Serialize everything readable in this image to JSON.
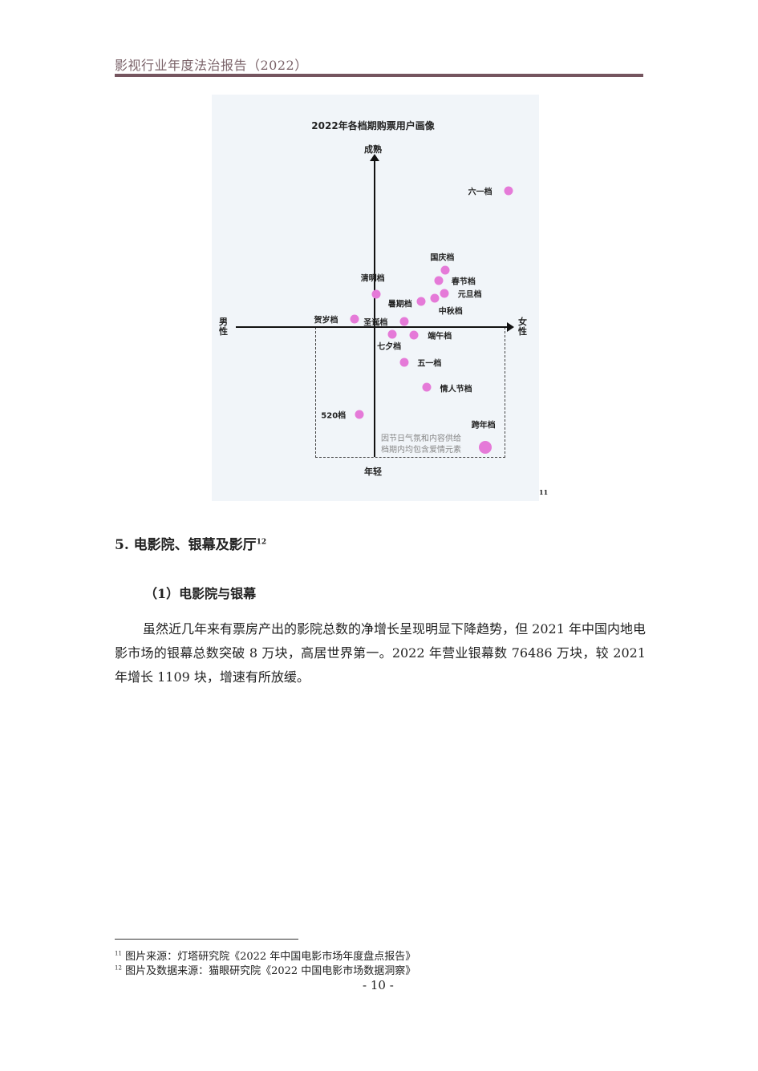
{
  "header": {
    "title": "影视行业年度法治报告（2022）"
  },
  "figure": {
    "footnote_ref": "11",
    "chart_data": {
      "type": "scatter",
      "title": "2022年各档期购票用户画像",
      "y_axis": {
        "top_label": "成熟",
        "bottom_label": "年轻"
      },
      "x_axis": {
        "left_label": "男性",
        "right_label": "女性"
      },
      "xlim": [
        -1,
        1
      ],
      "ylim": [
        -1,
        1
      ],
      "points": [
        {
          "name": "六一档",
          "x": 0.98,
          "y": 1.0
        },
        {
          "name": "国庆档",
          "x": 0.52,
          "y": 0.42
        },
        {
          "name": "春节档",
          "x": 0.47,
          "y": 0.34
        },
        {
          "name": "元旦档",
          "x": 0.51,
          "y": 0.25
        },
        {
          "name": "中秋档",
          "x": 0.44,
          "y": 0.21
        },
        {
          "name": "暑期档",
          "x": 0.34,
          "y": 0.19
        },
        {
          "name": "清明档",
          "x": 0.01,
          "y": 0.24
        },
        {
          "name": "贺岁档",
          "x": -0.15,
          "y": 0.06
        },
        {
          "name": "圣诞档",
          "x": 0.22,
          "y": 0.04
        },
        {
          "name": "七夕档",
          "x": 0.13,
          "y": -0.05
        },
        {
          "name": "端午档",
          "x": 0.29,
          "y": -0.06
        },
        {
          "name": "五一档",
          "x": 0.22,
          "y": -0.26
        },
        {
          "name": "情人节档",
          "x": 0.38,
          "y": -0.44
        },
        {
          "name": "520档",
          "x": -0.11,
          "y": -0.64
        },
        {
          "name": "跨年档",
          "x": 0.81,
          "y": -0.88
        }
      ],
      "annotation": [
        "因节日气氛和内容供给",
        "档期内均包含爱情元素"
      ]
    }
  },
  "section": {
    "heading": "5.  电影院、银幕及影厅",
    "heading_ref": "12"
  },
  "subsection": {
    "heading": "（1）电影院与银幕"
  },
  "paragraph": "虽然近几年来有票房产出的影院总数的净增长呈现明显下降趋势，但 2021 年中国内地电影市场的银幕总数突破 8 万块，高居世界第一。2022 年营业银幕数 76486 万块，较 2021 年增长 1109 块，增速有所放缓。",
  "footnotes": [
    {
      "num": "11",
      "text": "图片来源：灯塔研究院《2022 年中国电影市场年度盘点报告》"
    },
    {
      "num": "12",
      "text": " 图片及数据来源：猫眼研究院《2022 中国电影市场数据洞察》"
    }
  ],
  "page_number": "- 10 -"
}
